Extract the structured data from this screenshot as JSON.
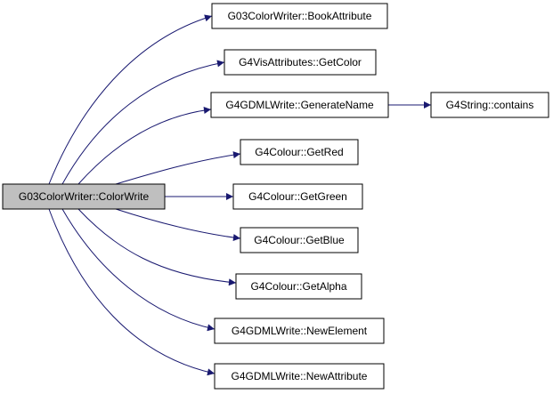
{
  "diagram": {
    "type": "call-graph",
    "root": {
      "id": "root",
      "label": "G03ColorWriter::ColorWrite"
    },
    "callees": [
      {
        "id": "n1",
        "label": "G03ColorWriter::BookAttribute"
      },
      {
        "id": "n2",
        "label": "G4VisAttributes::GetColor"
      },
      {
        "id": "n3",
        "label": "G4GDMLWrite::GenerateName"
      },
      {
        "id": "n4",
        "label": "G4Colour::GetRed"
      },
      {
        "id": "n5",
        "label": "G4Colour::GetGreen"
      },
      {
        "id": "n6",
        "label": "G4Colour::GetBlue"
      },
      {
        "id": "n7",
        "label": "G4Colour::GetAlpha"
      },
      {
        "id": "n8",
        "label": "G4GDMLWrite::NewElement"
      },
      {
        "id": "n9",
        "label": "G4GDMLWrite::NewAttribute"
      }
    ],
    "secondary": [
      {
        "id": "n10",
        "label": "G4String::contains",
        "from": "n3"
      }
    ],
    "colors": {
      "edge": "#191970",
      "root_fill": "#bfbfbf",
      "node_fill": "#ffffff",
      "node_border": "#000000"
    }
  }
}
